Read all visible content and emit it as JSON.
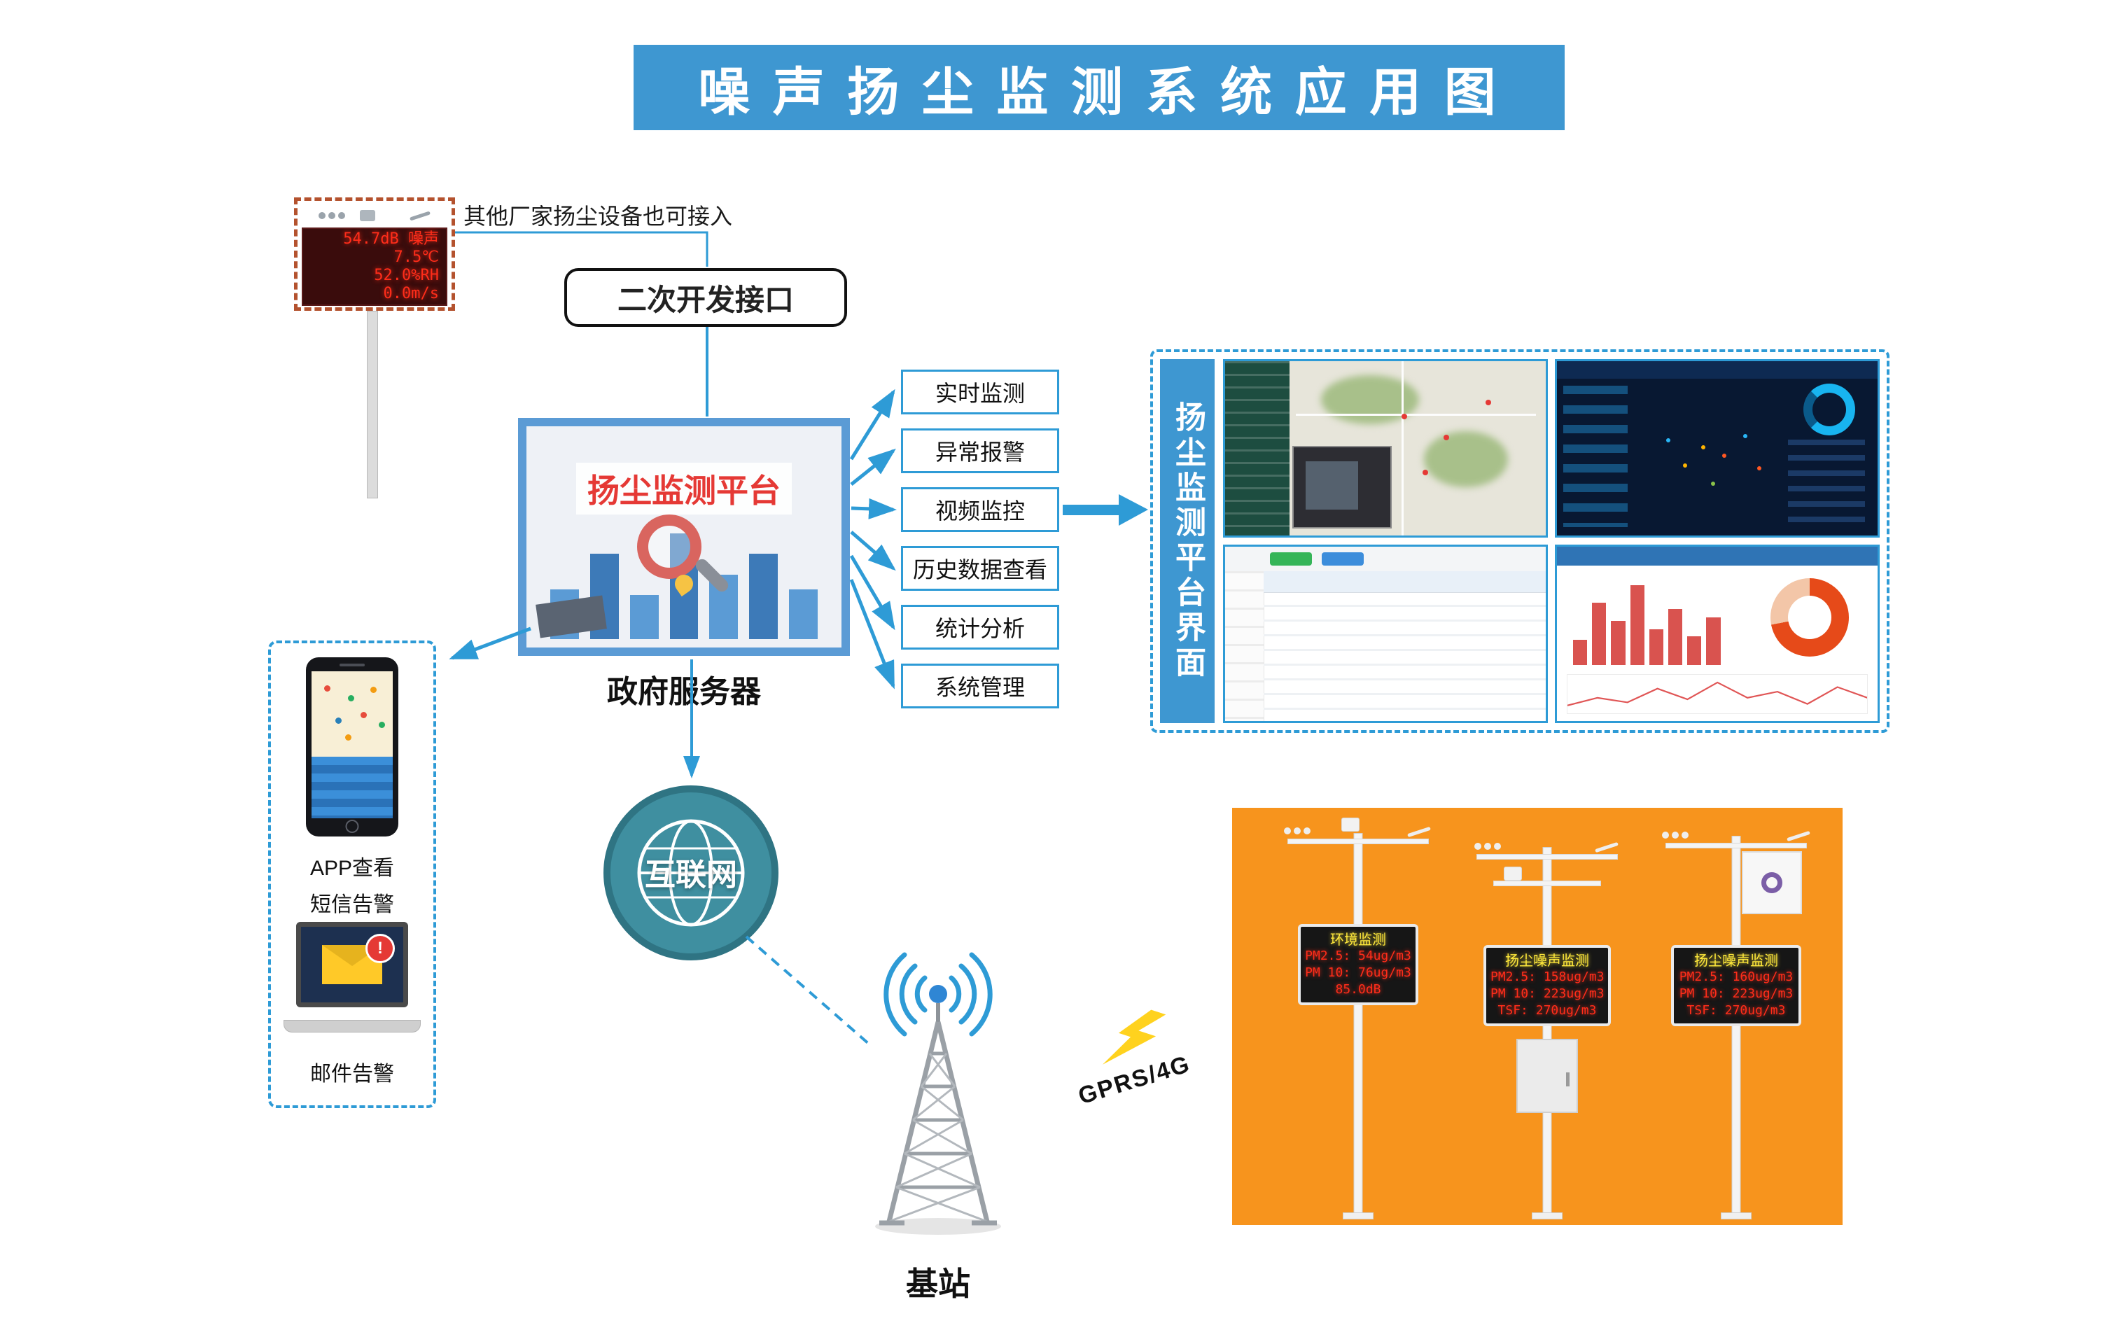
{
  "title": "噪 声 扬 尘 监 测 系 统 应 用 图",
  "device": {
    "note": "其他厂家扬尘设备也可接入",
    "led_lines": [
      "54.7dB 噪声",
      "7.5℃",
      "52.0%RH",
      "0.0m/s"
    ]
  },
  "api_box_label": "二次开发接口",
  "platform": {
    "screen_title": "扬尘监测平台",
    "server_label": "政府服务器"
  },
  "features": [
    "实时监测",
    "异常报警",
    "视频监控",
    "历史数据查看",
    "统计分析",
    "系统管理"
  ],
  "interface_panel_label": "扬尘监测平台界面",
  "alerts": {
    "app": "APP查看",
    "sms": "短信告警",
    "email": "邮件告警",
    "email_badge": "!"
  },
  "network": {
    "internet": "互联网",
    "gprs": "GPRS/4G",
    "base_station": "基站"
  },
  "stations": [
    {
      "header": "环境监测",
      "lines": [
        "PM2.5: 54ug/m3",
        "PM 10: 76ug/m3",
        "85.0dB"
      ]
    },
    {
      "header": "扬尘噪声监测",
      "lines": [
        "PM2.5: 158ug/m3",
        "PM 10: 223ug/m3",
        "TSF: 270ug/m3"
      ]
    },
    {
      "header": "扬尘噪声监测",
      "lines": [
        "PM2.5: 160ug/m3",
        "PM 10: 223ug/m3",
        "TSF: 270ug/m3"
      ]
    }
  ],
  "colors": {
    "accent_blue": "#2E9BD6",
    "banner_blue": "#3E97D1",
    "panel_orange": "#F7941D",
    "led_red": "#FF2D1A"
  }
}
